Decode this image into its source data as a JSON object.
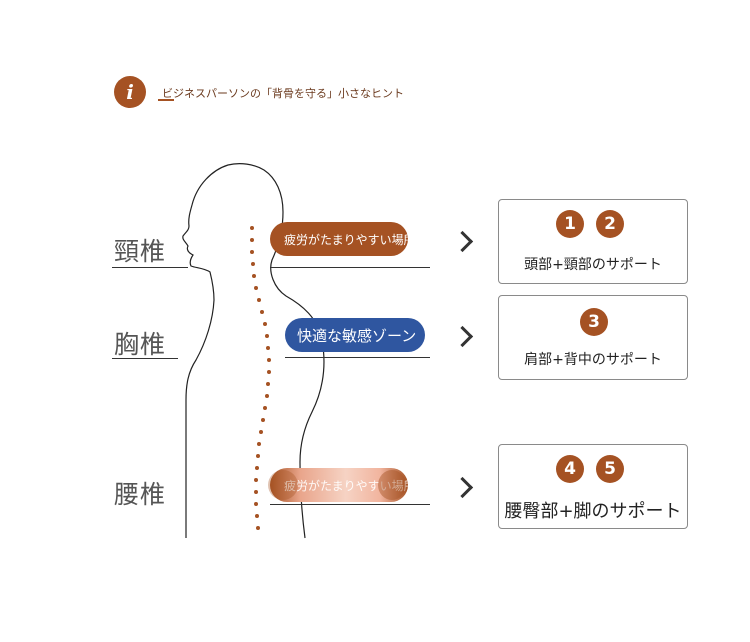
{
  "header": {
    "icon": "info-icon",
    "icon_glyph": "i",
    "title": "ビジネスパーソンの「背骨を守る」小さなヒント"
  },
  "regions": [
    {
      "label": "頸椎",
      "tag": "疲労がたまりやすい場所",
      "support_numbers": [
        "1",
        "2"
      ],
      "support_text": "頭部+頸部のサポート"
    },
    {
      "label": "胸椎",
      "tag": "快適な敏感ゾーン",
      "support_numbers": [
        "3"
      ],
      "support_text": "肩部+背中のサポート"
    },
    {
      "label": "腰椎",
      "tag": "疲労がたまりやすい場所",
      "support_numbers": [
        "4",
        "5"
      ],
      "support_text": "腰臀部+脚のサポート"
    }
  ],
  "colors": {
    "accent_brown": "#a55223",
    "accent_blue": "#2f56a0",
    "spine_dots": "#a55223"
  }
}
